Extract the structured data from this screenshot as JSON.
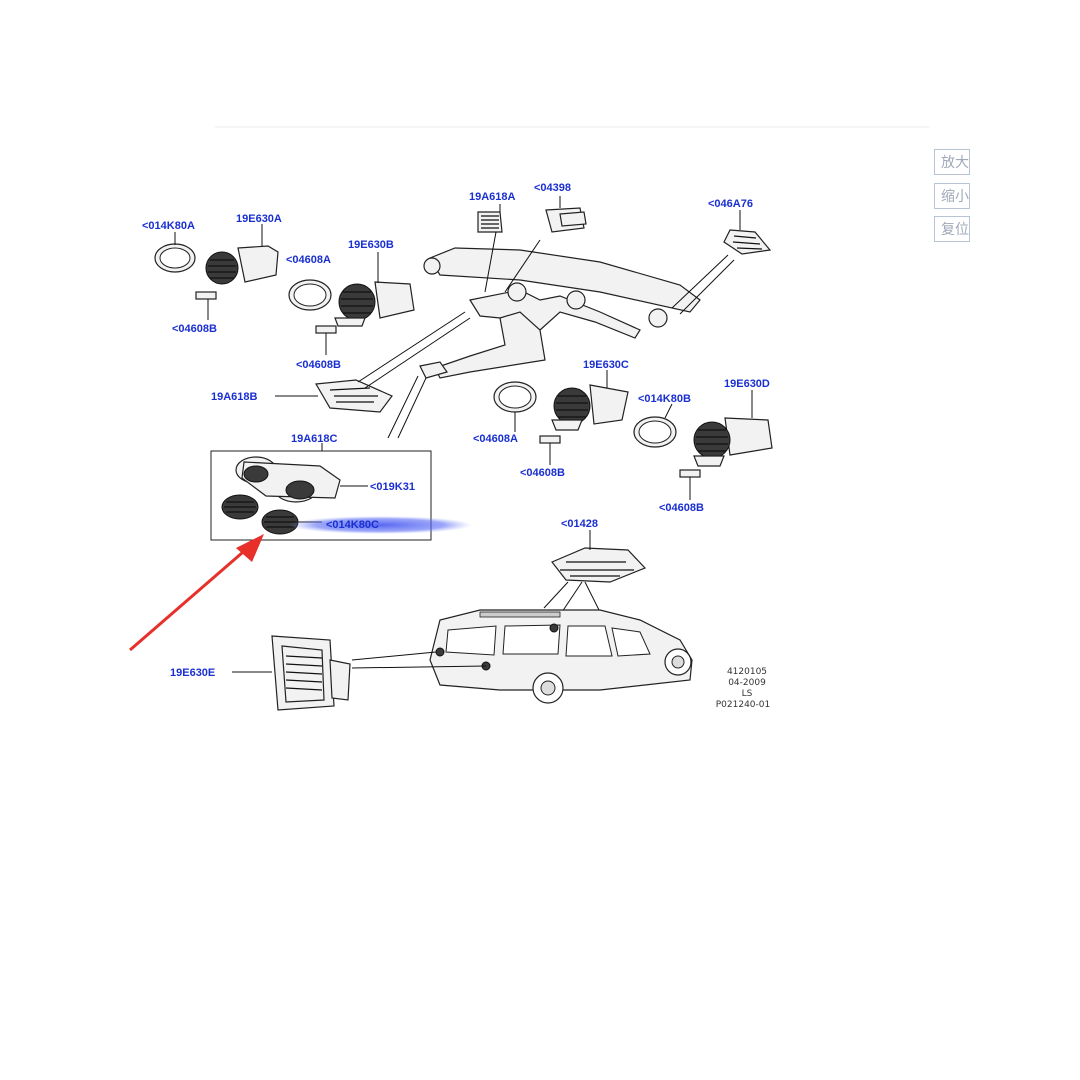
{
  "side_buttons": [
    {
      "label": "放大"
    },
    {
      "label": "缩小"
    },
    {
      "label": "复位"
    }
  ],
  "callouts": [
    {
      "id": "014K80A",
      "text": "<014K80A"
    },
    {
      "id": "19E630A",
      "text": "19E630A"
    },
    {
      "id": "04608A_1",
      "text": "<04608A"
    },
    {
      "id": "19E630B",
      "text": "19E630B"
    },
    {
      "id": "04608B_1",
      "text": "<04608B"
    },
    {
      "id": "04608B_2",
      "text": "<04608B"
    },
    {
      "id": "19A618A",
      "text": "19A618A"
    },
    {
      "id": "04398",
      "text": "<04398"
    },
    {
      "id": "046A76",
      "text": "<046A76"
    },
    {
      "id": "19A618B",
      "text": "19A618B"
    },
    {
      "id": "19A618C",
      "text": "19A618C"
    },
    {
      "id": "019K31",
      "text": "<019K31"
    },
    {
      "id": "014K80C",
      "text": "<014K80C"
    },
    {
      "id": "19E630C",
      "text": "19E630C"
    },
    {
      "id": "04608A_2",
      "text": "<04608A"
    },
    {
      "id": "04608B_3",
      "text": "<04608B"
    },
    {
      "id": "014K80B",
      "text": "<014K80B"
    },
    {
      "id": "19E630D",
      "text": "19E630D"
    },
    {
      "id": "04608B_4",
      "text": "<04608B"
    },
    {
      "id": "01428",
      "text": "<01428"
    },
    {
      "id": "19E630E",
      "text": "19E630E"
    }
  ],
  "drawing_info": [
    "4120105",
    "04-2009",
    "LS",
    "P021240-01"
  ],
  "colors": {
    "callout": "#1a2fd0",
    "arrow": "#e8302a",
    "highlight": "#3a4cf0"
  }
}
